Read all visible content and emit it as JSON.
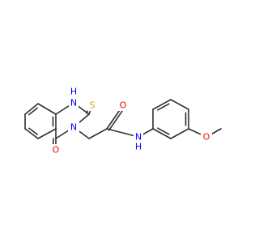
{
  "molecule": {
    "name": "",
    "atoms": {
      "nh_ring": {
        "element": "N",
        "h": "H",
        "color": "#0000ff"
      },
      "n3_ring": {
        "element": "N",
        "color": "#0000ff"
      },
      "s_thione": {
        "element": "S",
        "color": "#c8b400"
      },
      "o_ring": {
        "element": "O",
        "color": "#ff0000"
      },
      "o_amide": {
        "element": "O",
        "color": "#ff0000"
      },
      "nh_amide": {
        "element": "N",
        "h": "H",
        "color": "#0000ff"
      },
      "o_methoxy": {
        "element": "O",
        "color": "#ff0000"
      }
    },
    "bond_color": "#303030",
    "background": "#ffffff"
  }
}
